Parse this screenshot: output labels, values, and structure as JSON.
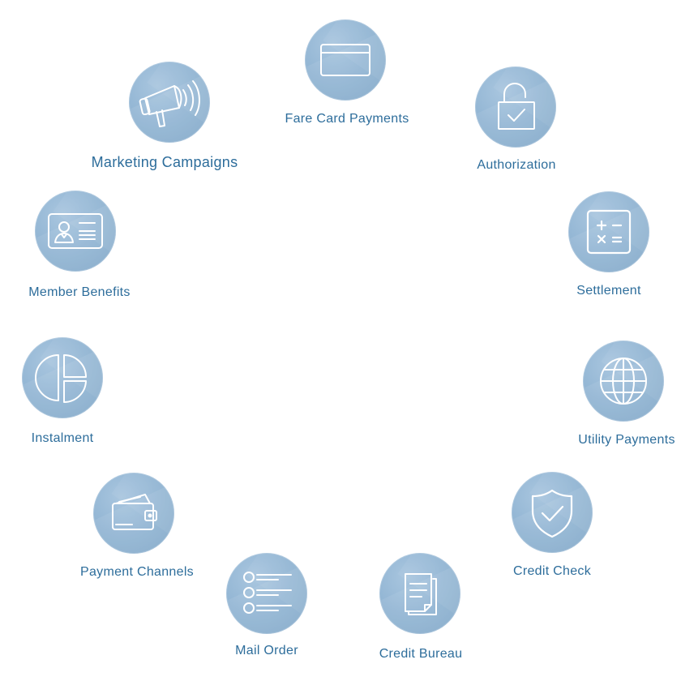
{
  "items": [
    {
      "id": "fare-card-payments",
      "label": "Fare Card Payments",
      "icon": "card-icon"
    },
    {
      "id": "authorization",
      "label": "Authorization",
      "icon": "lock-check-icon"
    },
    {
      "id": "settlement",
      "label": "Settlement",
      "icon": "calculator-icon"
    },
    {
      "id": "utility-payments",
      "label": "Utility Payments",
      "icon": "globe-icon"
    },
    {
      "id": "credit-check",
      "label": "Credit Check",
      "icon": "shield-check-icon"
    },
    {
      "id": "credit-bureau",
      "label": "Credit Bureau",
      "icon": "document-icon"
    },
    {
      "id": "mail-order",
      "label": "Mail Order",
      "icon": "list-icon"
    },
    {
      "id": "payment-channels",
      "label": "Payment Channels",
      "icon": "wallet-icon"
    },
    {
      "id": "instalment",
      "label": "Instalment",
      "icon": "pie-chart-icon"
    },
    {
      "id": "member-benefits",
      "label": "Member Benefits",
      "icon": "id-card-icon"
    },
    {
      "id": "marketing-campaigns",
      "label": "Marketing Campaigns",
      "icon": "megaphone-icon"
    }
  ],
  "colors": {
    "label": "#2d6d9b",
    "circle": "#93b6d4",
    "icon_stroke": "#ffffff"
  }
}
